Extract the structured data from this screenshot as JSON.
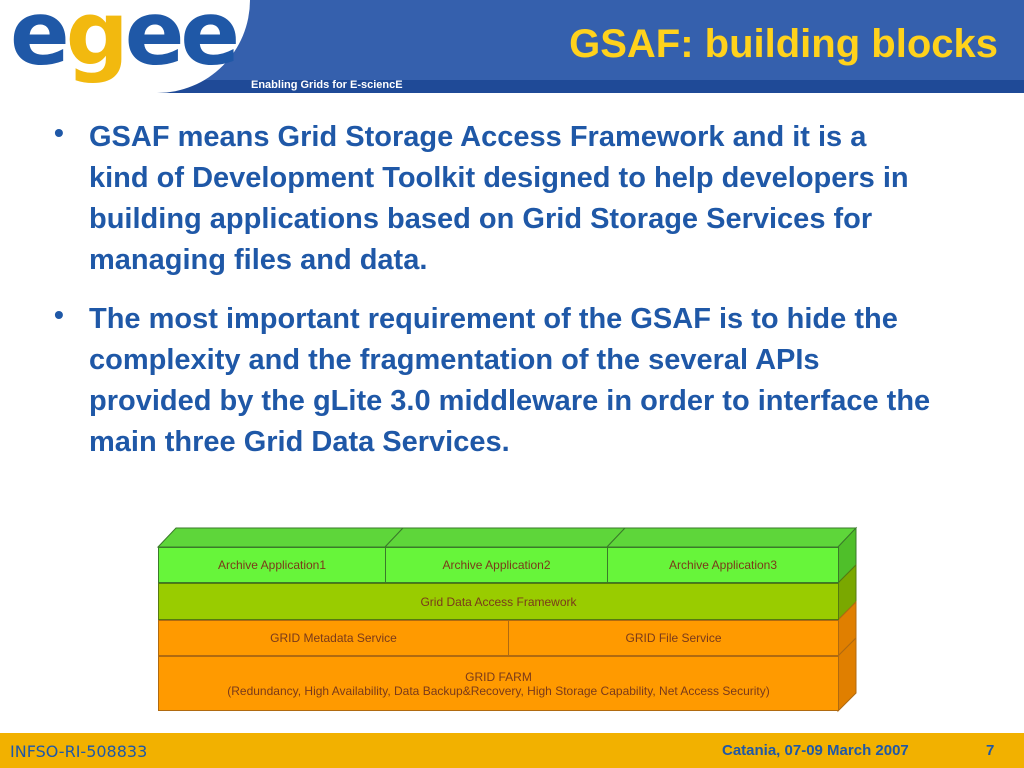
{
  "header": {
    "logo_text": "egee",
    "tagline": "Enabling Grids for E-sciencE",
    "title": "GSAF: building blocks"
  },
  "bullets": [
    "GSAF means Grid Storage Access Framework and it is a kind of Development Toolkit designed to help developers in building applications based on Grid Storage Services for managing files and data.",
    "The most important requirement of the GSAF is to hide the complexity and the fragmentation of the several APIs provided by the gLite 3.0 middleware in order to interface the main three Grid Data Services."
  ],
  "bullet_marker": "•",
  "diagram": {
    "apps": [
      "Archive Application1",
      "Archive Application2",
      "Archive Application3"
    ],
    "framework": "Grid Data Access Framework",
    "services": [
      "GRID Metadata Service",
      "GRID File Service"
    ],
    "farm_title": "GRID FARM",
    "farm_detail": "(Redundancy, High Availability, Data Backup&Recovery, High Storage Capability, Net Access Security)"
  },
  "footer": {
    "left": "INFSO-RI-508833",
    "date": "Catania, 07-09 March 2007",
    "page": "7"
  },
  "colors": {
    "brand_blue": "#1f58a7",
    "header_blue": "#3560ad",
    "title_yellow": "#ffd21c",
    "footer_gold": "#f2b100",
    "app_green": "#67f53a",
    "framework_green": "#99cc00",
    "service_orange": "#ff9a00"
  }
}
